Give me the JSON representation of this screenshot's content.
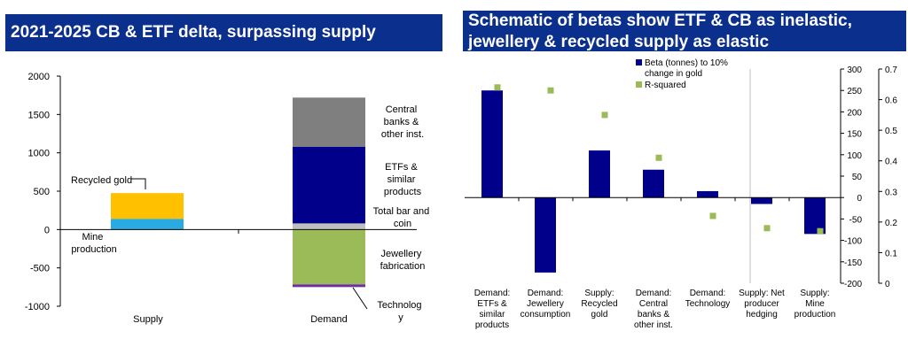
{
  "left": {
    "title": "2021-2025 CB & ETF delta, surpassing supply",
    "chart_data": {
      "type": "bar",
      "stacked": true,
      "categories": [
        "Supply",
        "Demand"
      ],
      "ylim": [
        -1000,
        2000
      ],
      "yticks": [
        "2000",
        "1500",
        "1000",
        "500",
        "0",
        "-500",
        "-1000"
      ],
      "ytick_values": [
        2000,
        1500,
        1000,
        500,
        0,
        -500,
        -1000
      ],
      "grid": false,
      "series": [
        {
          "name": "Mine production",
          "category": "Supply",
          "value": 140,
          "color": "#29abe2"
        },
        {
          "name": "Recycled gold",
          "category": "Supply",
          "value": 335,
          "color": "#ffc000"
        },
        {
          "name": "Total bar and coin",
          "category": "Demand",
          "value": 80,
          "color": "#bfbfbf"
        },
        {
          "name": "ETFs & similar products",
          "category": "Demand",
          "value": 1000,
          "color": "#00008b"
        },
        {
          "name": "Central banks & other inst.",
          "category": "Demand",
          "value": 640,
          "color": "#7f7f7f"
        },
        {
          "name": "Jewellery fabrication",
          "category": "Demand",
          "value": -715,
          "color": "#9bbb59"
        },
        {
          "name": "Technology",
          "category": "Demand",
          "value": -35,
          "color": "#7030a0"
        }
      ],
      "labels": {
        "mine_line1": "Mine",
        "mine_line2": "production",
        "recycled": "Recycled gold",
        "cb_line1": "Central",
        "cb_line2": "banks &",
        "cb_line3": "other inst.",
        "etf_line1": "ETFs &",
        "etf_line2": "similar",
        "etf_line3": "products",
        "bar_line1": "Total bar and",
        "bar_line2": "coin",
        "jew_line1": "Jewellery",
        "jew_line2": "fabrication",
        "tech_line1": "Technolog",
        "tech_line2": "y"
      }
    }
  },
  "right": {
    "title_line1": "Schematic of betas show ETF & CB as inelastic,",
    "title_line2": "jewellery & recycled supply as elastic",
    "chart_data": {
      "type": "bar",
      "categories": [
        [
          "Demand:",
          "ETFs &",
          "similar",
          "products"
        ],
        [
          "Demand:",
          "Jewellery",
          "consumption"
        ],
        [
          "Supply:",
          "Recycled",
          "gold"
        ],
        [
          "Demand:",
          "Central",
          "banks &",
          "other inst."
        ],
        [
          "Demand:",
          "Technology"
        ],
        [
          "Supply: Net",
          "producer",
          "hedging"
        ],
        [
          "Supply:",
          "Mine",
          "production"
        ]
      ],
      "series": [
        {
          "name": "Beta (tonnes) to 10% change in gold",
          "type": "bar",
          "axis": "left",
          "color": "#00008b",
          "values": [
            250,
            -175,
            110,
            65,
            15,
            -15,
            -85
          ]
        },
        {
          "name": "R-squared",
          "type": "scatter",
          "axis": "right",
          "color": "#9bbb59",
          "values": [
            0.64,
            0.63,
            0.55,
            0.41,
            0.22,
            0.18,
            0.17
          ]
        }
      ],
      "legend": {
        "beta_line1": "Beta (tonnes) to 10%",
        "beta_line2": "change in gold",
        "rsq": "R-squared",
        "placement": "top-left"
      },
      "ylim_left": [
        -200,
        300
      ],
      "yticks_left": [
        "300",
        "250",
        "200",
        "150",
        "100",
        "50",
        "0",
        "-50",
        "-100",
        "-150",
        "-200"
      ],
      "ytick_values_left": [
        300,
        250,
        200,
        150,
        100,
        50,
        0,
        -50,
        -100,
        -150,
        -200
      ],
      "ylim_right": [
        0,
        0.7
      ],
      "yticks_right": [
        "0.7",
        "0.6",
        "0.5",
        "0.4",
        "0.3",
        "0.2",
        "0.1",
        "0"
      ],
      "ytick_values_right": [
        0.7,
        0.6,
        0.5,
        0.4,
        0.3,
        0.2,
        0.1,
        0
      ],
      "grid": false
    }
  }
}
